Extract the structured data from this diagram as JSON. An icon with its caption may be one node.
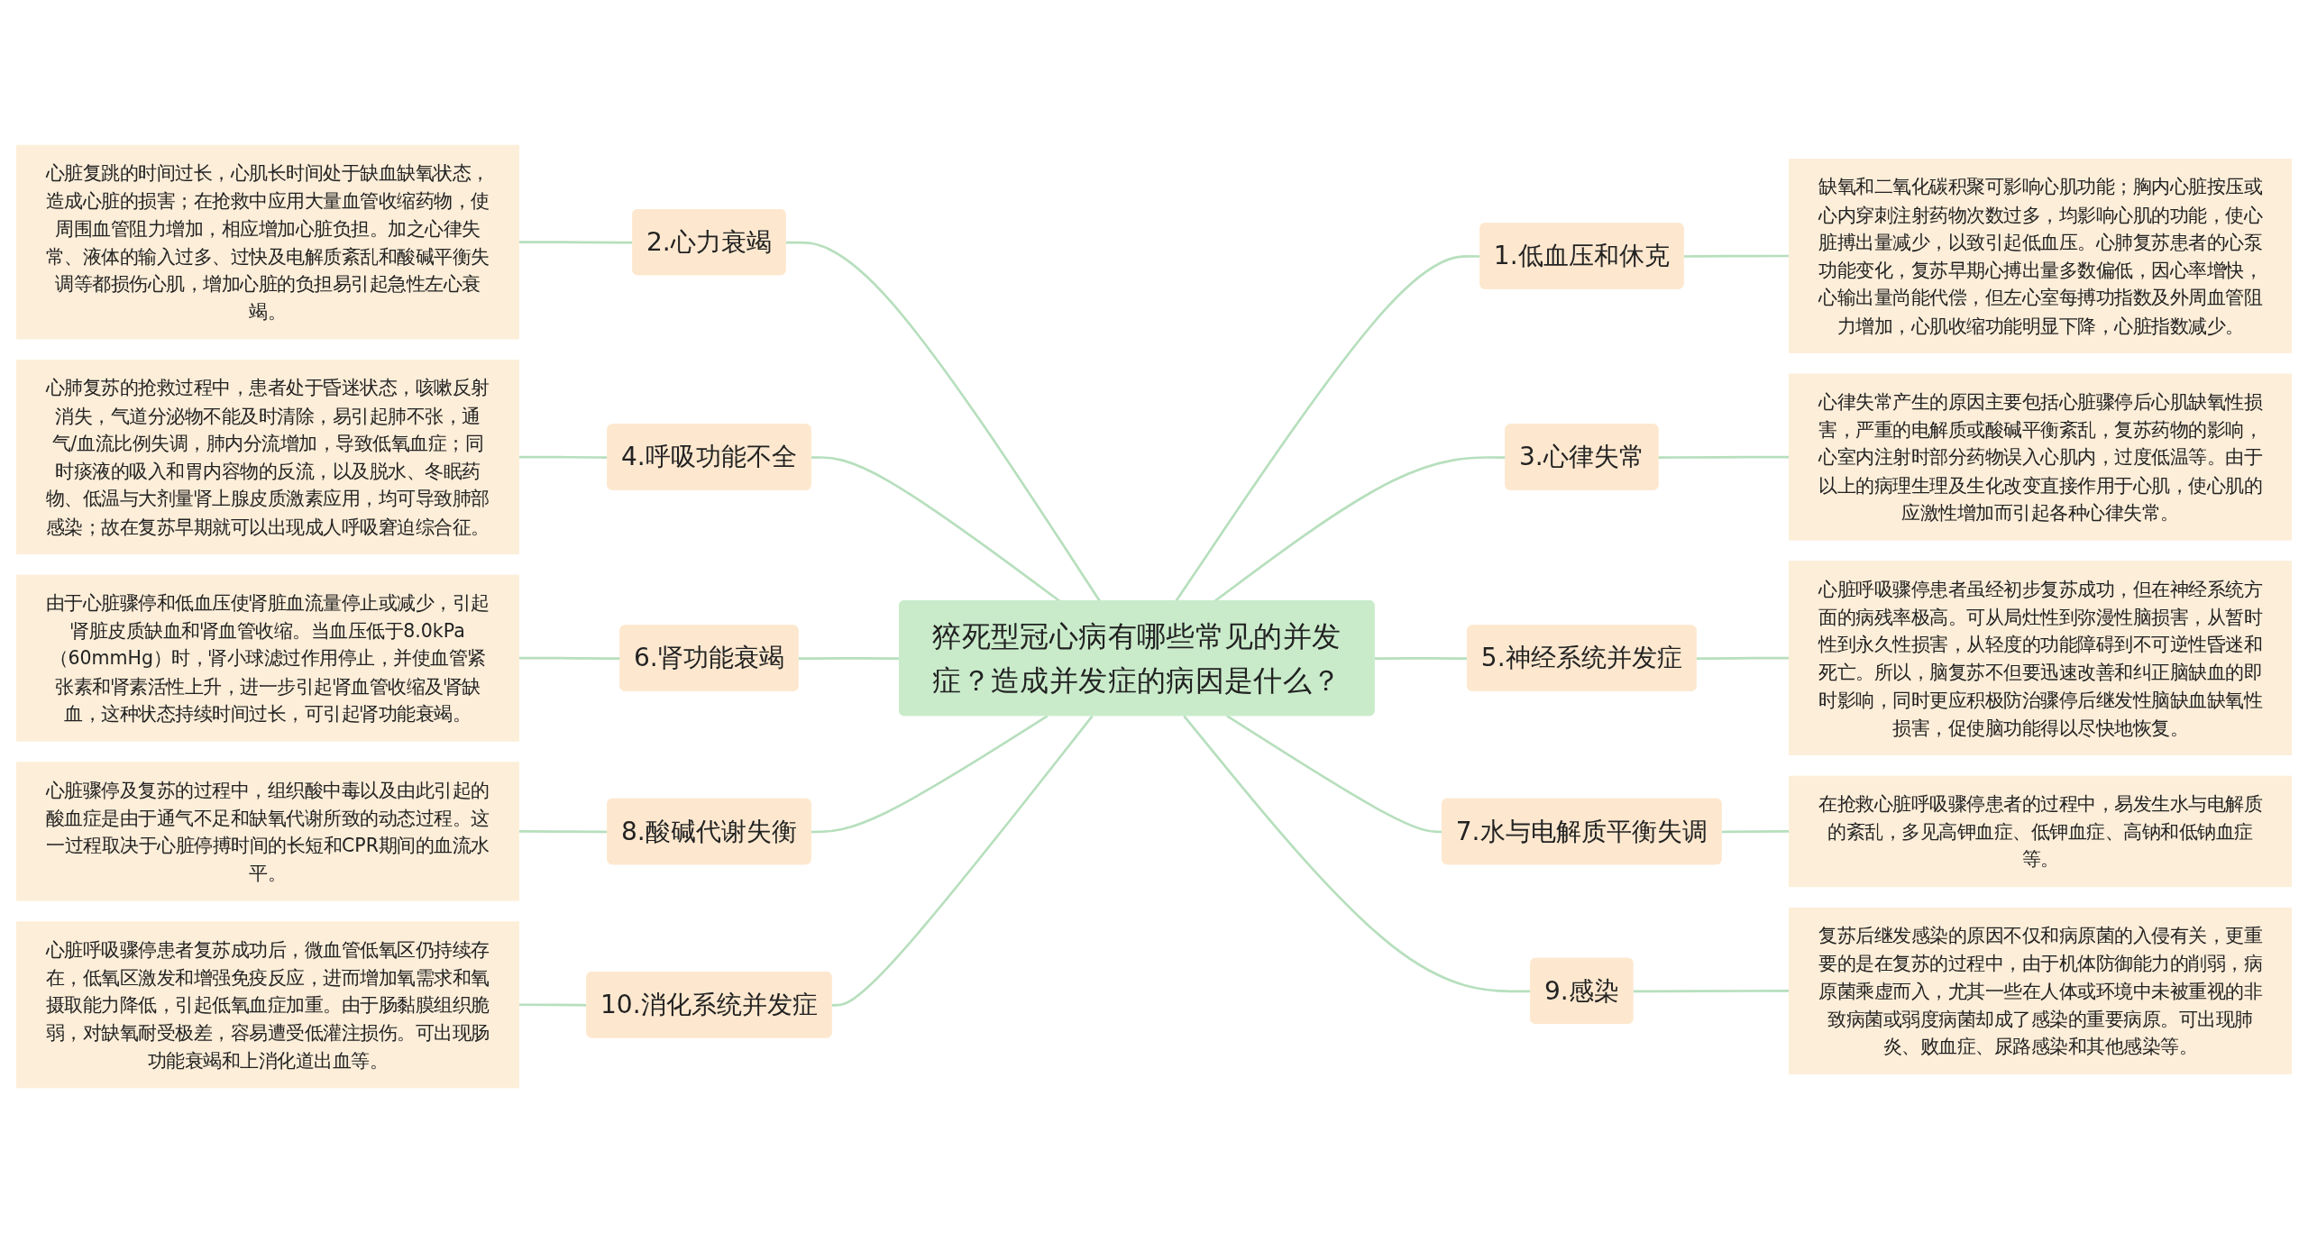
{
  "diagram": {
    "nodes": [
      {
        "text": [
          "猝死型冠心病有哪些常见的并发症？造成并发症的病因是什么？"
        ]
      },
      {
        "text": [
          "1.低血压和休克"
        ]
      },
      {
        "text": [
          "缺氧和二氧化碳积聚可影响心肌功能；胸内心脏按压或心内穿刺注射药物次数过多，均影响心肌的功能，使心脏搏出量减少，以致引起低血压。心肺复苏患者的心泵功能变化，复苏早期心搏出量多数偏低，因心率增快，心输出量尚能代偿，但左心室每搏功指数及外周血管阻力增加，心肌收缩功能明显下降，心脏指数减少。"
        ]
      },
      {
        "text": [
          "2.心力衰竭"
        ]
      },
      {
        "text": [
          "心脏复跳的时间过长，心肌长时间处于缺血缺氧状态，造成心脏的损害；在抢救中应用大量血管收缩药物，使周围血管阻力增加，相应增加心脏负担。加之心律失常、液体的输入过多、过快及电解质紊乱和酸碱平衡失调等都损伤心肌，增加心脏的负担易引起急性左心衰竭。"
        ]
      },
      {
        "text": [
          "3.心律失常"
        ]
      },
      {
        "text": [
          "心律失常产生的原因主要包括心脏骤停后心肌缺氧性损害，严重的电解质或酸碱平衡紊乱，复苏药物的影响，心室内注射时部分药物误入心肌内，过度低温等。由于以上的病理生理及生化改变直接作用于心肌，使心肌的应激性增加而引起各种心律失常。"
        ]
      },
      {
        "text": [
          "4.呼吸功能不全"
        ]
      },
      {
        "text": [
          "心肺复苏的抢救过程中，患者处于昏迷状态，咳嗽反射消失，气道分泌物不能及时清除，易引起肺不张，通气/血流比例失调，肺内分流增加，导致低氧血症；同时痰液的吸入和胃内容物的反流，以及脱水、冬眠药物、低温与大剂量肾上腺皮质激素应用，均可导致肺部感染；故在复苏早期就可以出现成人呼吸窘迫综合征。"
        ]
      },
      {
        "text": [
          "5.神经系统并发症"
        ]
      },
      {
        "text": [
          "心脏呼吸骤停患者虽经初步复苏成功，但在神经系统方面的病残率极高。可从局灶性到弥漫性脑损害，从暂时性到永久性损害，从轻度的功能障碍到不可逆性昏迷和死亡。所以，脑复苏不但要迅速改善和纠正脑缺血的即时影响，同时更应积极防治骤停后继发性脑缺血缺氧性损害，促使脑功能得以尽快地恢复。"
        ]
      },
      {
        "text": [
          "6.肾功能衰竭"
        ]
      },
      {
        "text": [
          "由于心脏骤停和低血压使肾脏血流量停止或减少，引起肾脏皮质缺血和肾血管收缩。当血压低于8.0kPa（60mmHg）时，肾小球滤过作用停止，并使血管紧张素和肾素活性上升，进一步引起肾血管收缩及肾缺血，这种状态持续时间过长，可引起肾功能衰竭。"
        ]
      },
      {
        "text": [
          "7.水与电解质平衡失调"
        ]
      },
      {
        "text": [
          "在抢救心脏呼吸骤停患者的过程中，易发生水与电解质的紊乱，多见高钾血症、低钾血症、高钠和低钠血症等。"
        ]
      },
      {
        "text": [
          "8.酸碱代谢失衡"
        ]
      },
      {
        "text": [
          "心脏骤停及复苏的过程中，组织酸中毒以及由此引起的酸血症是由于通气不足和缺氧代谢所致的动态过程。这一过程取决于心脏停搏时间的长短和CPR期间的血流水平。"
        ]
      },
      {
        "text": [
          "9.感染"
        ]
      },
      {
        "text": [
          "复苏后继发感染的原因不仅和病原菌的入侵有关，更重要的是在复苏的过程中，由于机体防御能力的削弱，病原菌乘虚而入，尤其一些在人体或环境中未被重视的非致病菌或弱度病菌却成了感染的重要病原。可出现肺炎、败血症、尿路感染和其他感染等。"
        ]
      },
      {
        "text": [
          "10.消化系统并发症"
        ]
      },
      {
        "text": [
          "心脏呼吸骤停患者复苏成功后，微血管低氧区仍持续存在，低氧区激发和增强免疫反应，进而增加氧需求和氧摄取能力降低，引起低氧血症加重。由于肠黏膜组织脆弱，对缺氧耐受极差，容易遭受低灌注损伤。可出现肠功能衰竭和上消化道出血等。"
        ]
      }
    ],
    "edges": [
      {
        "from": 0,
        "to": 1,
        "arrow": "none"
      },
      {
        "from": 1,
        "to": 2,
        "arrow": "none"
      },
      {
        "from": 3,
        "to": 0,
        "arrow": "none"
      },
      {
        "from": 4,
        "to": 3,
        "arrow": "none"
      },
      {
        "from": 0,
        "to": 5,
        "arrow": "none"
      },
      {
        "from": 5,
        "to": 6,
        "arrow": "none"
      },
      {
        "from": 7,
        "to": 0,
        "arrow": "none"
      },
      {
        "from": 8,
        "to": 7,
        "arrow": "none"
      },
      {
        "from": 0,
        "to": 9,
        "arrow": "none"
      },
      {
        "from": 9,
        "to": 10,
        "arrow": "none"
      },
      {
        "from": 11,
        "to": 0,
        "arrow": "none"
      },
      {
        "from": 12,
        "to": 11,
        "arrow": "none"
      },
      {
        "from": 0,
        "to": 13,
        "arrow": "none"
      },
      {
        "from": 13,
        "to": 14,
        "arrow": "none"
      },
      {
        "from": 15,
        "to": 0,
        "arrow": "none"
      },
      {
        "from": 16,
        "to": 15,
        "arrow": "none"
      },
      {
        "from": 0,
        "to": 17,
        "arrow": "none"
      },
      {
        "from": 17,
        "to": 18,
        "arrow": "none"
      },
      {
        "from": 19,
        "to": 0,
        "arrow": "none"
      },
      {
        "from": 20,
        "to": 19,
        "arrow": "none"
      }
    ]
  }
}
